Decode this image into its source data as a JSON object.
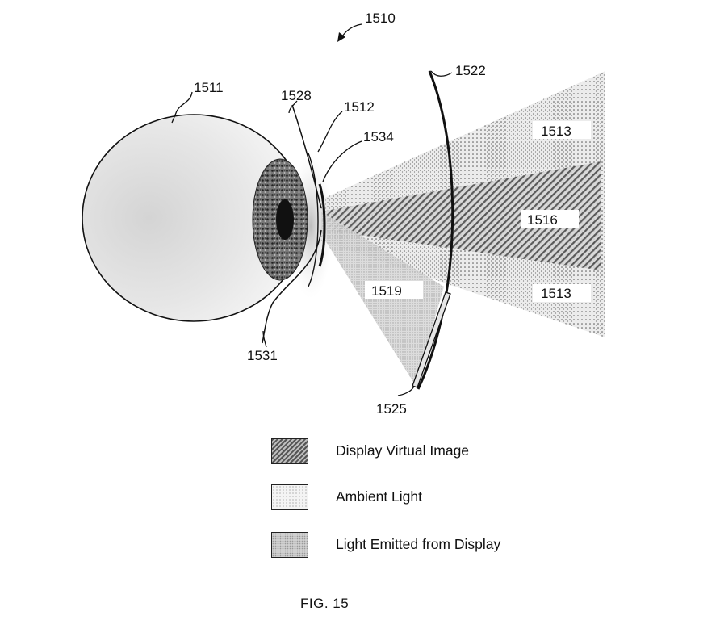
{
  "figure": {
    "caption": "FIG. 15",
    "references": {
      "assembly": "1510",
      "eye": "1511",
      "cornea": "1512",
      "ambient_upper": "1513",
      "ambient_lower": "1513",
      "virtual_image": "1516",
      "emitted_light": "1519",
      "lens": "1522",
      "display": "1525",
      "upper_lid": "1528",
      "lower_lid": "1531",
      "contact_lens": "1534"
    }
  },
  "legend": {
    "items": [
      {
        "label": "Display Virtual Image",
        "pattern": "hatched"
      },
      {
        "label": "Ambient Light",
        "pattern": "light-stipple"
      },
      {
        "label": "Light Emitted from Display",
        "pattern": "dense-stipple"
      }
    ]
  }
}
